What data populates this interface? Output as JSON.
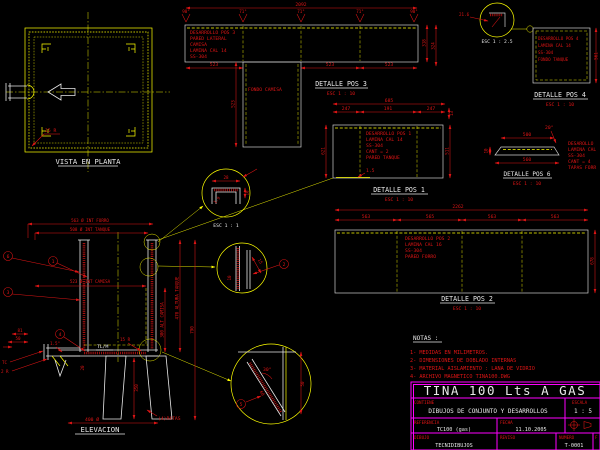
{
  "colors": {
    "background": "#000000",
    "lines_yellow": "#ffff00",
    "dims_red": "#de1515",
    "object_white": "#e9e9e9",
    "titleblock_magenta": "#ff00ff"
  },
  "plan": {
    "title": "VISTA EN PLANTA",
    "radius": "15 R"
  },
  "pos3": {
    "title": "DETALLE POS 3",
    "esc": "ESC 1 : 10",
    "dim_total": "2092",
    "angles": [
      "90°",
      "71°",
      "71°",
      "71°",
      "90°"
    ],
    "notes": [
      "DESARROLLO POS 3",
      "PARED LATERAL",
      "CAMISA",
      "LAMINA CAL 14",
      "SS-304"
    ],
    "dims_bottom": [
      "523",
      "523",
      "523"
    ],
    "dim_right_inner": "318",
    "dim_right_outer": "324",
    "tab_label": "FONDO CAMISA",
    "tab_dim": "523"
  },
  "pos4": {
    "esc_zoom": "ESC 1 : 2.5",
    "zoom_dim": "21.6",
    "title": "DETALLE POS 4",
    "esc": "ESC 1 : 10",
    "notes": [
      "DESARROLLO POS 4",
      "LAMINA CAL 14",
      "SS-304",
      "FONDO TANQUE"
    ],
    "dim_right": "561"
  },
  "pos1": {
    "title": "DETALLE POS 1",
    "esc": "ESC 1 : 10",
    "dim_total": "685",
    "dims_top": [
      "247",
      "191",
      "247"
    ],
    "dim_edge": "13",
    "notes": [
      "DESARROLLO POS 1",
      "LAMINA CAL 14",
      "SS-304",
      "CANT = 2",
      "PARED TANQUE"
    ],
    "dim_left": "621",
    "dim_right": "511",
    "thickness": "1.5"
  },
  "pos6": {
    "title": "DETALLE POS 6",
    "esc": "ESC 1 : 10",
    "dim_top": "500",
    "dim_bottom": "560",
    "dim_left": "10",
    "angle": "20°",
    "notes": [
      "DESAROLLO",
      "LAMINA CAL",
      "SS-304",
      "CANT = 4",
      "TAPAS FORR"
    ]
  },
  "pos2": {
    "title": "DETALLE POS 2",
    "esc": "ESC 1 : 10",
    "dim_total": "2262",
    "dims_top": [
      "563",
      "565",
      "563",
      "563"
    ],
    "notes": [
      "DESARROLLO POS 2",
      "LAMINA CAL 16",
      "SS-304",
      "PARED FORRO"
    ],
    "dim_right": "678"
  },
  "detailA": {
    "esc": "ESC 1 : 1",
    "dim_w": "28",
    "dim_h": "10",
    "dim_t": "1.9"
  },
  "detailB": {
    "ref": "2",
    "dim_a": "15",
    "dim_b": "10"
  },
  "detailC": {
    "ref": "5",
    "angle": "30°",
    "dim_a": "50",
    "dim_b": "60"
  },
  "elev": {
    "title": "ELEVACION",
    "dim_forro": "563 Ø INT FORRO",
    "dim_tanque": "508 Ø INT TANQUE",
    "dim_camisa": "523 Ø INT CAMISA",
    "dim_camisa_h": "300 ALT CAMISA",
    "dim_tanque_h": "470 ALTURA TANQUE",
    "dim_total_h": "790",
    "refs": {
      "r1": "1",
      "r3": "3",
      "r4": "4",
      "r6": "6"
    },
    "dim_a": "81",
    "dim_b": "50",
    "tc": "TC",
    "r_label": "2 R",
    "angle": "1.5°",
    "tlm": "TL/M",
    "radius": "15 R",
    "plate": "20",
    "dim_leg": "350",
    "dim_base": "400 Ø",
    "patas": "(4)PATAS"
  },
  "notas": {
    "title": "NOTAS :",
    "lines": [
      "1- MEDIDAS EN MILIMETROS.",
      "2- DIMENSIONES DE DOBLADO INTERNAS",
      "3- MATERIAL AISLAMIENTO : LANA DE VIDRIO",
      "4- ARCHIVO MAGNETICO TINA100.DWG"
    ]
  },
  "tb": {
    "title": "TINA 100 Lts A GAS",
    "contiene_l": "CONTIENE",
    "contiene_v": "DIBUJOS DE CONJUNTO Y DESARROLLOS",
    "escala_l": "ESCALA",
    "escala_v": "1 : 5",
    "ref_l": "REFERENCIA",
    "ref_v": "TC100 (gas)",
    "fecha_l": "FECHA",
    "fecha_v": "11.10.2005",
    "dibujo_l": "DIBUJO",
    "dibujo_v": "TECNIDIBUJOS",
    "reviso_l": "REVISO",
    "numero_l": "NUMERO",
    "numero_v": "T-0001",
    "partial": "F"
  }
}
